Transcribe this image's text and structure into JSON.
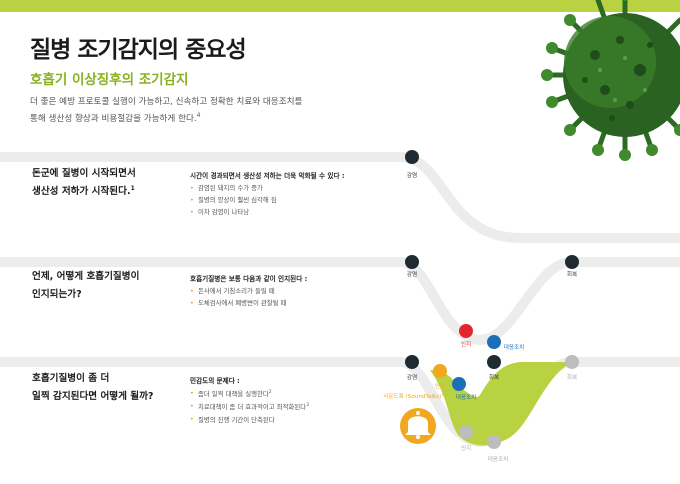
{
  "title": "질병 조기감지의 중요성",
  "subtitle": "호흡기 이상징후의 조기감지",
  "description": {
    "line1": "더 좋은 예방 프로토콜 실행이 가능하고, 신속하고 정확한 치료와 대응조치를",
    "line2": "통해 생산성 향상과 비용절감을 가능하게 한다.",
    "line2_sup": "4"
  },
  "rows": [
    {
      "question_line1": "돈군에 질병이 시작되면서",
      "question_line2": "생산성 저하가 시작된다.",
      "question_sup": "1",
      "heading": "시간이 경과되면서 생산성 저하는 더욱 악화될 수 있다 :",
      "items": [
        {
          "text": "감염된 돼지의 수가 증가",
          "sup": ""
        },
        {
          "text": "질병의 양상이 훨씬 심각해 짐",
          "sup": ""
        },
        {
          "text": "이차 감염이 나타남",
          "sup": ""
        }
      ]
    },
    {
      "question_line1": "언제, 어떻게 호흡기질병이",
      "question_line2": "인지되는가?",
      "question_sup": "",
      "heading": "호흡기질병은 보통 다음과 같이 인지된다 :",
      "items": [
        {
          "text": "돈사에서 기침소리가 들릴 때",
          "sup": ""
        },
        {
          "text": "도체검사에서 폐병변이 관찰될 때",
          "sup": ""
        }
      ]
    },
    {
      "question_line1": "호흡기질병이 좀 더",
      "question_line2": "일찍 감지된다면 어떻게 될까?",
      "question_sup": "",
      "heading": "민감도의 문제다 :",
      "items": [
        {
          "text": "좀더 일찍 대책을 실행한다",
          "sup": "2"
        },
        {
          "text": "치료대책이 좀 더 효과적이고 최적화된다",
          "sup": "3"
        },
        {
          "text": "질병의 진행 기간이 단축된다",
          "sup": ""
        }
      ]
    }
  ],
  "diagram": {
    "row1": {
      "infection": "감염"
    },
    "row2": {
      "infection": "감염",
      "recognition": "인지",
      "response": "대응조치",
      "recovery": "회복"
    },
    "row3": {
      "infection": "감염",
      "recognition": "인지",
      "soundtalks": "사운드톡 (SoundTalks)",
      "soundtalks_sup": "®",
      "response": "대응조치",
      "recovery": "회복",
      "recovery_old": "회복",
      "recognition_old": "인지",
      "response_old": "대응조치"
    }
  },
  "colors": {
    "accent": "#b9d241",
    "dark_node": "#1f2b33",
    "red_node": "#e3262e",
    "blue_node": "#1b6fb8",
    "orange_node": "#f0a820",
    "gray_node": "#bdbdbd",
    "curve": "#ececec"
  },
  "icons": {
    "virus": "virus-icon",
    "bell": "bell-icon"
  }
}
